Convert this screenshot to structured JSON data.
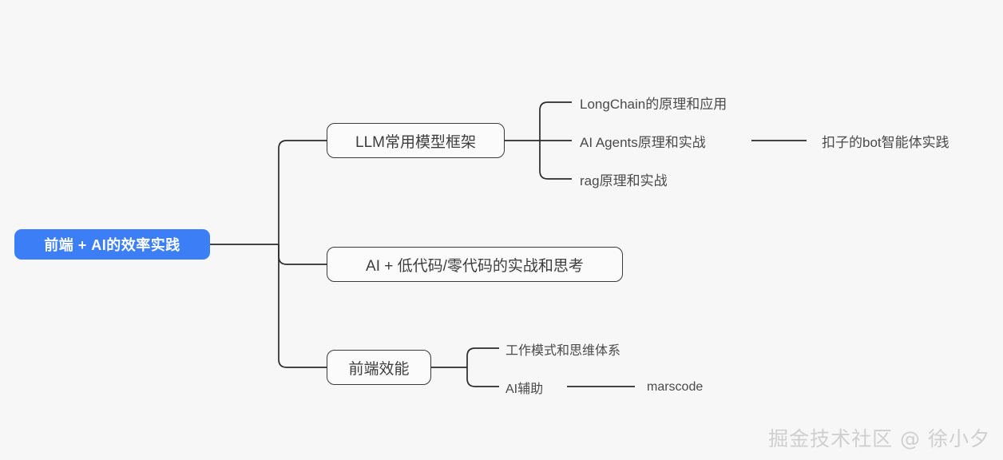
{
  "theme": {
    "background": "#f7f7f8",
    "root_fill": "#3b7ef5",
    "root_text": "#ffffff",
    "node_border": "#3a3a3a",
    "node_fill": "#fbfbfb",
    "node_text": "#3d3d3d",
    "leaf_text": "#4a4a4a",
    "edge_color": "#2b2b2b",
    "watermark_color": "#cfcfcf"
  },
  "mindmap": {
    "root": {
      "label": "前端 + AI的效率实践"
    },
    "branches": [
      {
        "label": "LLM常用模型框架",
        "children": [
          {
            "label": "LongChain的原理和应用",
            "children": []
          },
          {
            "label": "AI Agents原理和实战",
            "children": [
              {
                "label": "扣子的bot智能体实践"
              }
            ]
          },
          {
            "label": "rag原理和实战",
            "children": []
          }
        ]
      },
      {
        "label": "AI + 低代码/零代码的实战和思考",
        "children": []
      },
      {
        "label": "前端效能",
        "children": [
          {
            "label": "工作模式和思维体系",
            "children": []
          },
          {
            "label": "AI辅助",
            "children": [
              {
                "label": "marscode"
              }
            ]
          }
        ]
      }
    ]
  },
  "watermark": {
    "text": "掘金技术社区 @ 徐小夕"
  }
}
